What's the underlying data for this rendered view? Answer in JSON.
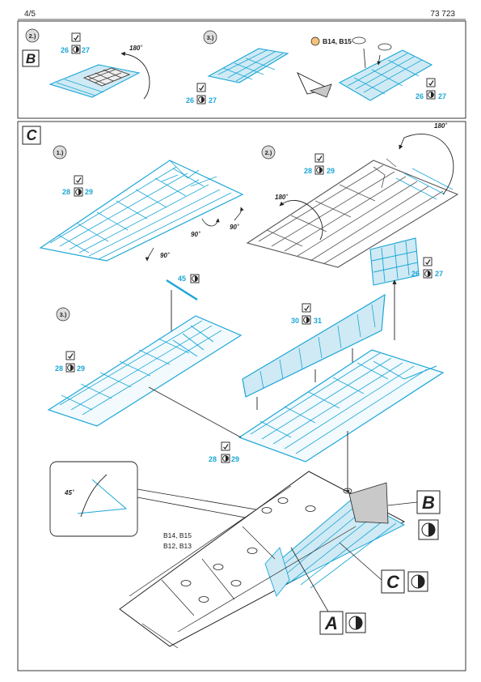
{
  "header": {
    "page": "4/5",
    "code": "73 723"
  },
  "colors": {
    "etch": "#1ba6d6",
    "etch_fill": "#cfeaf4",
    "ink": "#222222",
    "model_fill": "#ffffff",
    "insert_gray": "#c9c9c9"
  },
  "section_b": {
    "letter": "B",
    "steps": [
      {
        "label": "2.)",
        "icons": [
          "fold-icon",
          "half-circle-icon"
        ],
        "parts": [
          "26",
          "27"
        ],
        "angle": "180˚"
      },
      {
        "label": "3.)",
        "icons": [
          "fold-icon",
          "half-circle-icon"
        ],
        "parts": [
          "26",
          "27"
        ]
      },
      {
        "parts_note": "B14, B15",
        "icons": [
          "fold-icon",
          "half-circle-icon"
        ],
        "parts": [
          "26",
          "27"
        ]
      }
    ]
  },
  "section_c": {
    "letter": "C",
    "steps": [
      {
        "label": "1.)",
        "parts": [
          "28",
          "29"
        ],
        "angles": [
          "90˚",
          "90˚",
          "90˚"
        ]
      },
      {
        "label": "2.)",
        "parts": [
          "28",
          "29"
        ],
        "angles": [
          "180˚",
          "180˚"
        ]
      },
      {
        "label": "3.)",
        "parts": [
          "28",
          "29"
        ]
      }
    ],
    "callouts": {
      "part_45": "45",
      "part_26_27": [
        "26",
        "27"
      ],
      "part_30_31": [
        "30",
        "31"
      ],
      "part_28_29": [
        "28",
        "29"
      ]
    },
    "detail_angle": "45˚",
    "model_labels": [
      "B14, B15",
      "B12, B13"
    ],
    "key": [
      {
        "letter": "B"
      },
      {
        "letter": "C"
      },
      {
        "letter": "A"
      }
    ]
  }
}
